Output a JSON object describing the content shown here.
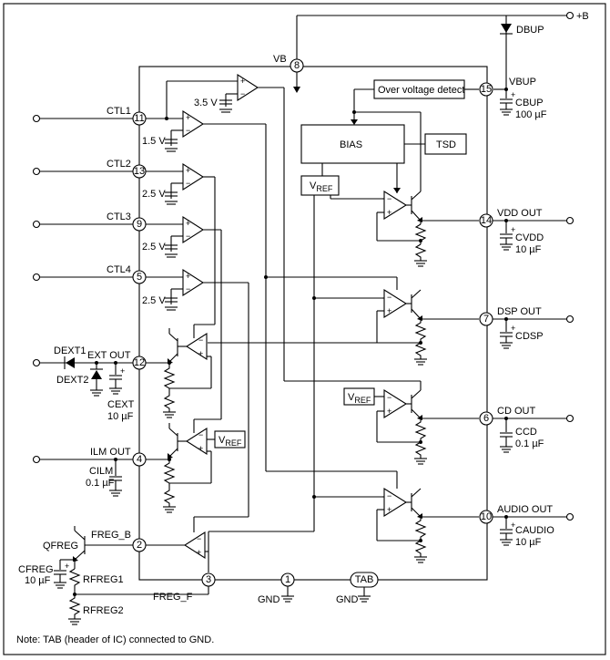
{
  "pins": [
    {
      "num": "11",
      "name": "CTL1"
    },
    {
      "num": "13",
      "name": "CTL2"
    },
    {
      "num": "9",
      "name": "CTL3"
    },
    {
      "num": "5",
      "name": "CTL4"
    },
    {
      "num": "12",
      "name": "EXT OUT"
    },
    {
      "num": "4",
      "name": "ILM OUT"
    },
    {
      "num": "2",
      "name": "FREG_B"
    },
    {
      "num": "3",
      "name": "FREG_F"
    },
    {
      "num": "1",
      "name": "GND"
    },
    {
      "num": "8",
      "name": "VB"
    },
    {
      "num": "15",
      "name": "VBUP"
    },
    {
      "num": "14",
      "name": "VDD OUT"
    },
    {
      "num": "7",
      "name": "DSP OUT"
    },
    {
      "num": "6",
      "name": "CD OUT"
    },
    {
      "num": "10",
      "name": "AUDIO OUT"
    }
  ],
  "tab": {
    "label": "TAB",
    "gnd": "GND"
  },
  "supply": {
    "label": "+B"
  },
  "blocks": {
    "ovd": "Over voltage detect",
    "bias": "BIAS",
    "tsd": "TSD",
    "vref": "V",
    "vref_sub": "REF"
  },
  "references": {
    "v35": "3.5 V",
    "v15": "1.5 V",
    "v25a": "2.5 V",
    "v25b": "2.5 V",
    "v25c": "2.5 V"
  },
  "components": {
    "dbup": "DBUP",
    "dext1": "DEXT1",
    "dext2": "DEXT2",
    "qfreg": "QFREG",
    "rfreg1": "RFREG1",
    "rfreg2": "RFREG2",
    "cbup": {
      "name": "CBUP",
      "value": "100 µF"
    },
    "cext": {
      "name": "CEXT",
      "value": "10 µF"
    },
    "cilm": {
      "name": "CILM",
      "value": "0.1 µF"
    },
    "cfreg": {
      "name": "CFREG",
      "value": "10 µF"
    },
    "cvdd": {
      "name": "CVDD",
      "value": "10 µF"
    },
    "cdsp": {
      "name": "CDSP",
      "value": ""
    },
    "ccd": {
      "name": "CCD",
      "value": "0.1 µF"
    },
    "caudio": {
      "name": "CAUDIO",
      "value": "10 µF"
    }
  },
  "plus": "+",
  "minus": "−",
  "note": "Note: TAB (header of IC) connected to GND."
}
